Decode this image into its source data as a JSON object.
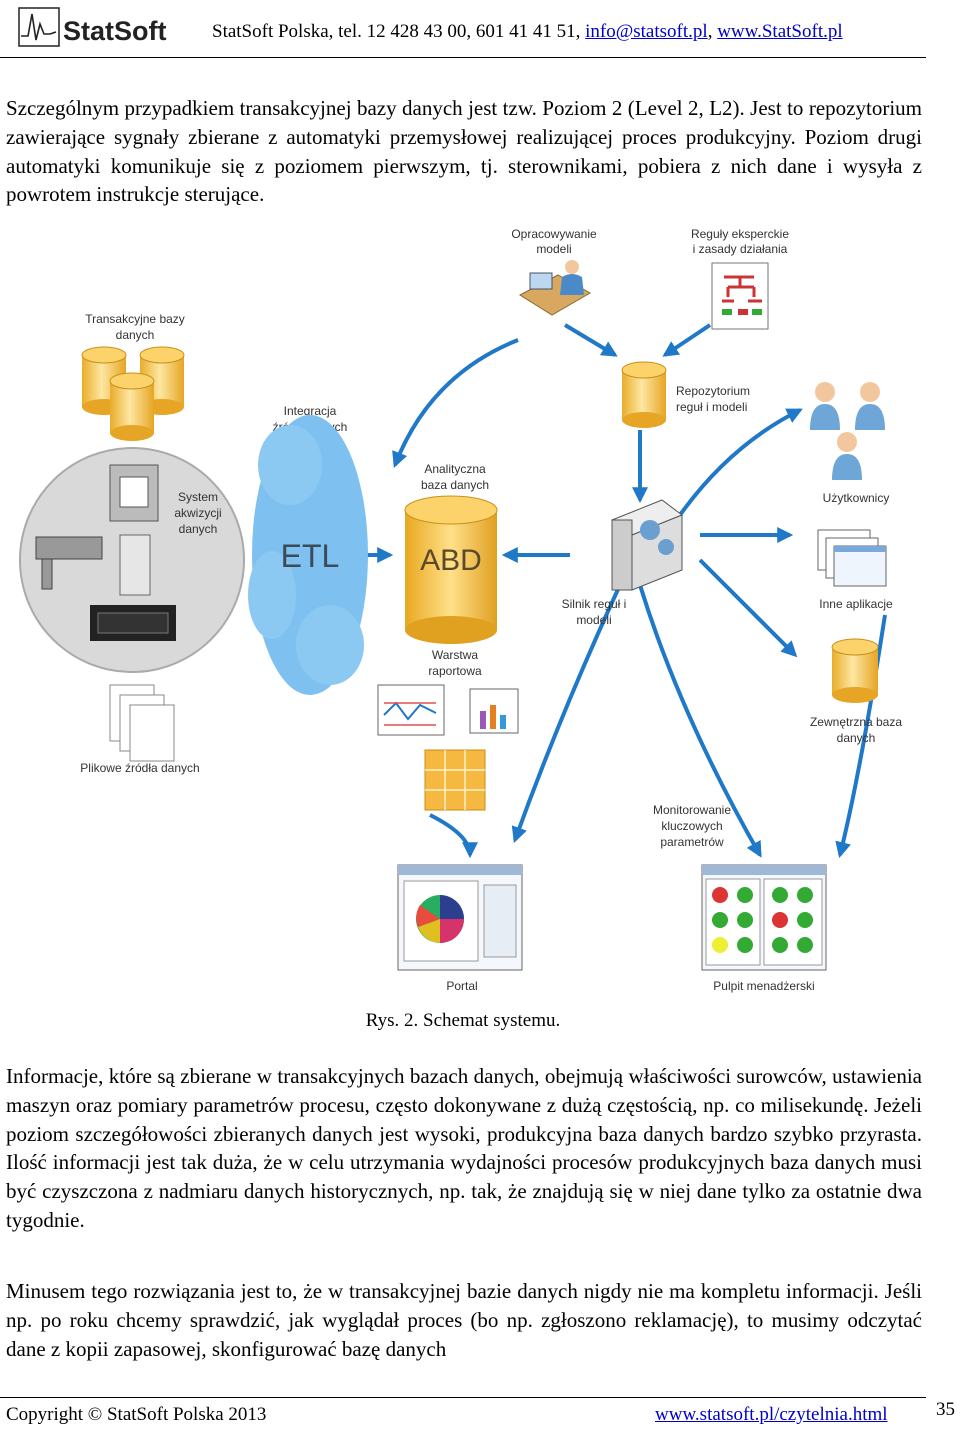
{
  "header": {
    "logo_text": "StatSoft",
    "contact_prefix": "StatSoft Polska, tel. 12 428 43 00, 601 41 41 51, ",
    "email": "info@statsoft.pl",
    "separator": ", ",
    "website": "www.StatSoft.pl"
  },
  "paragraphs": {
    "p1": "Szczególnym przypadkiem transakcyjnej bazy danych jest tzw. Poziom 2 (Level 2, L2). Jest to repozytorium zawierające sygnały zbierane z automatyki przemysłowej realizującej proces produkcyjny. Poziom drugi automatyki komunikuje się z poziomem pierwszym, tj. sterownikami, pobiera z nich dane i wysyła z powrotem instrukcje sterujące.",
    "p2": "Informacje, które są zbierane w transakcyjnych bazach danych, obejmują właściwości surowców, ustawienia maszyn oraz pomiary parametrów procesu, często dokonywane z dużą częstością, np. co milisekundę. Jeżeli poziom szczegółowości zbieranych danych jest wysoki, produkcyjna baza danych bardzo szybko przyrasta. Ilość informacji jest tak duża, że w celu utrzymania wydajności procesów produkcyjnych baza danych musi być czyszczona z nadmiaru danych historycznych, np. tak, że znajdują się w niej dane tylko za ostatnie dwa tygodnie.",
    "p3": "Minusem tego rozwiązania jest to, że w transakcyjnej bazie danych nigdy nie ma kompletu informacji. Jeśli np. po roku chcemy sprawdzić, jak wyglądał proces (bo np. zgłoszono reklamację), to musimy odczytać dane z kopii zapasowej, skonfigurować bazę danych"
  },
  "diagram": {
    "opracowywanie_1": "Opracowywanie",
    "opracowywanie_2": "modeli",
    "reguly_1": "Reguły eksperckie",
    "reguly_2": "i zasady działania",
    "transakcyjne_1": "Transakcyjne bazy",
    "transakcyjne_2": "danych",
    "repozytorium_1": "Repozytorium",
    "repozytorium_2": "reguł i modeli",
    "integracja_1": "Integracja",
    "integracja_2": "źródeł danych",
    "analityczna_1": "Analityczna",
    "analityczna_2": "baza danych",
    "uzytkownicy": "Użytkownicy",
    "system_1": "System",
    "system_2": "akwizycji",
    "system_3": "danych",
    "etl": "ETL",
    "abd": "ABD",
    "silnik_1": "Silnik reguł i",
    "silnik_2": "modeli",
    "inne": "Inne aplikacje",
    "warstwa_1": "Warstwa",
    "warstwa_2": "raportowa",
    "zewnetrzna_1": "Zewnętrzna baza",
    "zewnetrzna_2": "danych",
    "plikowe": "Plikowe źródła danych",
    "monitorowanie_1": "Monitorowanie",
    "monitorowanie_2": "kluczowych",
    "monitorowanie_3": "parametrów",
    "portal": "Portal",
    "pulpit": "Pulpit menadżerski"
  },
  "caption": "Rys. 2. Schemat systemu.",
  "footer": {
    "copyright": "Copyright © StatSoft Polska 2013",
    "link": "www.statsoft.pl/czytelnia.html",
    "page": "35"
  },
  "colors": {
    "arrow": "#1f78c8",
    "db_yellow": "#f3c13a",
    "etl_blue": "#6ab0e8",
    "link": "#0000cc"
  }
}
